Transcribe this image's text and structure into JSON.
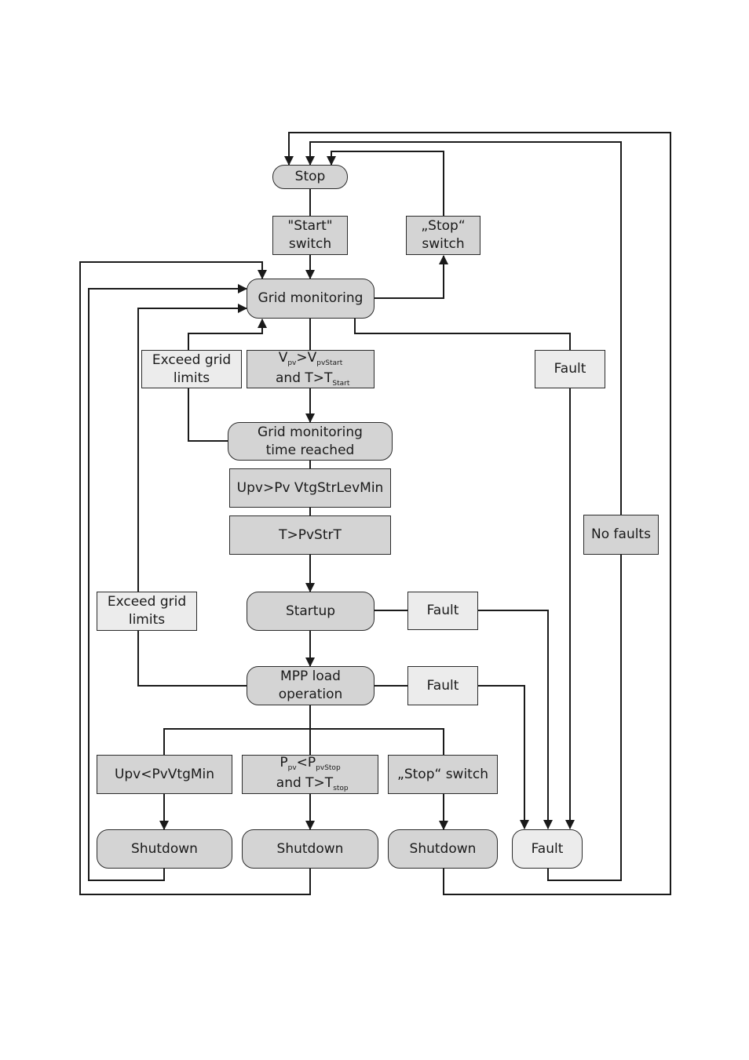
{
  "nodes": {
    "stop": "Stop",
    "start_switch": "\"Start\"\nswitch",
    "stop_switch_top": "„Stop“\nswitch",
    "grid_monitoring": "Grid monitoring",
    "exceed_grid_limits_1": "Exceed grid\nlimits",
    "vpv_condition": {
      "v": "V",
      "pv": "pv",
      "gt": ">V",
      "pvstart": "pvStart",
      "and": " and T>T",
      "start": "Start"
    },
    "fault_right": "Fault",
    "grid_monitoring_time": "Grid monitoring\ntime reached",
    "upv_strlev": "Upv>Pv VtgStrLevMin",
    "t_pvstrt": "T>PvStrT",
    "no_faults": "No faults",
    "exceed_grid_limits_2": "Exceed grid\nlimits",
    "startup": "Startup",
    "fault_startup": "Fault",
    "mpp": "MPP load operation",
    "fault_mpp": "Fault",
    "upv_min": "Upv<PvVtgMin",
    "ppv_condition": {
      "p": "P",
      "pv": "pv",
      "lt": "<P",
      "pvstop": "pvStop",
      "and": " and T>T",
      "stop": "stop"
    },
    "stop_switch_bottom": "„Stop“ switch",
    "shutdown_1": "Shutdown",
    "shutdown_2": "Shutdown",
    "shutdown_3": "Shutdown",
    "fault_final": "Fault"
  }
}
